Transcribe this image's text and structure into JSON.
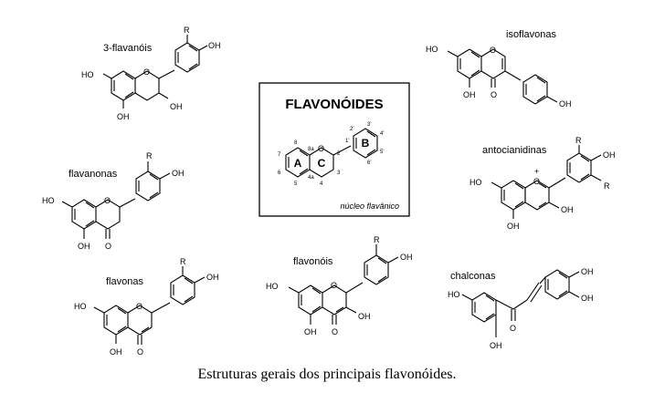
{
  "title": "FLAVONÓIDES",
  "core_note": "núcleo flavânico",
  "core_rings": {
    "a": "A",
    "b": "B",
    "c": "C"
  },
  "core_positions": {
    "p2": "2",
    "p3": "3",
    "p4": "4",
    "p4a": "4a",
    "p5": "5",
    "p6": "6",
    "p7": "7",
    "p8": "8",
    "p8a": "8a",
    "p1p": "1'",
    "p2p": "2'",
    "p3p": "3'",
    "p4p": "4'",
    "p5p": "5'",
    "p6p": "6'"
  },
  "classes": {
    "flavanols": "3-flavanóis",
    "flavanonas": "flavanonas",
    "flavonas": "flavonas",
    "flavonois": "flavonóis",
    "isoflavonas": "isoflavonas",
    "antocianidinas": "antocianidinas",
    "chalconas": "chalconas"
  },
  "groups": {
    "oh": "OH",
    "ho": "HO",
    "r": "R",
    "o": "O",
    "plus": "+"
  },
  "caption": "Estruturas gerais dos principais flavonóides."
}
